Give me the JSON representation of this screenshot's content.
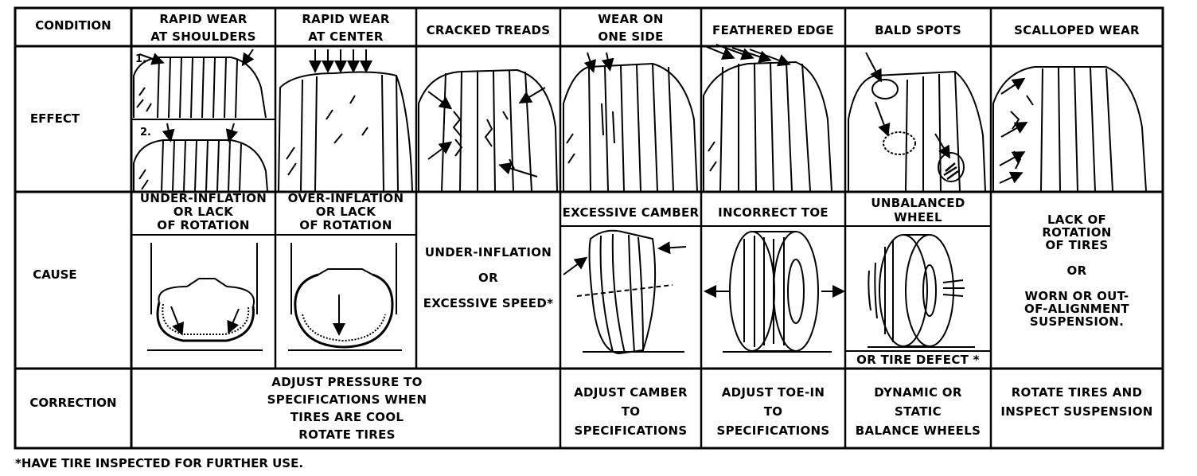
{
  "table": {
    "row_labels": {
      "condition": "CONDITION",
      "effect": "EFFECT",
      "cause": "CAUSE",
      "correction": "CORRECTION"
    },
    "conditions": [
      "RAPID WEAR\nAT  SHOULDERS",
      "RAPID WEAR\nAT CENTER",
      "CRACKED TREADS",
      "WEAR ON\nONE SIDE",
      "FEATHERED EDGE",
      "BALD SPOTS",
      "SCALLOPED   WEAR"
    ],
    "effect_markers": {
      "first": "1.",
      "second": "2."
    },
    "causes": {
      "shoulders": "UNDER-INFLATION\nOR LACK\nOF ROTATION",
      "center": "OVER-INFLATION\nOR LACK\nOF ROTATION",
      "cracked": "UNDER-INFLATION\n\nOR\n\nEXCESSIVE SPEED*",
      "one_side": "EXCESSIVE CAMBER",
      "feathered": "INCORRECT TOE",
      "bald": "UNBALANCED\nWHEEL",
      "bald_footer": "OR  TIRE   DEFECT *",
      "scalloped": "LACK   OF\nROTATION\nOF   TIRES\n\nOR\n\nWORN OR  OUT-\nOF-ALIGNMENT\nSUSPENSION."
    },
    "corrections": {
      "pressure": "ADJUST PRESSURE TO\nSPECIFICATIONS WHEN\nTIRES ARE COOL\nROTATE TIRES",
      "camber": "ADJUST CAMBER\nTO\nSPECIFICATIONS",
      "toe": "ADJUST TOE-IN\nTO\nSPECIFICATIONS",
      "balance": "DYNAMIC OR\nSTATIC\nBALANCE WHEELS",
      "rotate": "ROTATE TIRES AND\nINSPECT SUSPENSION"
    }
  },
  "footnote": "*HAVE TIRE INSPECTED FOR FURTHER USE."
}
